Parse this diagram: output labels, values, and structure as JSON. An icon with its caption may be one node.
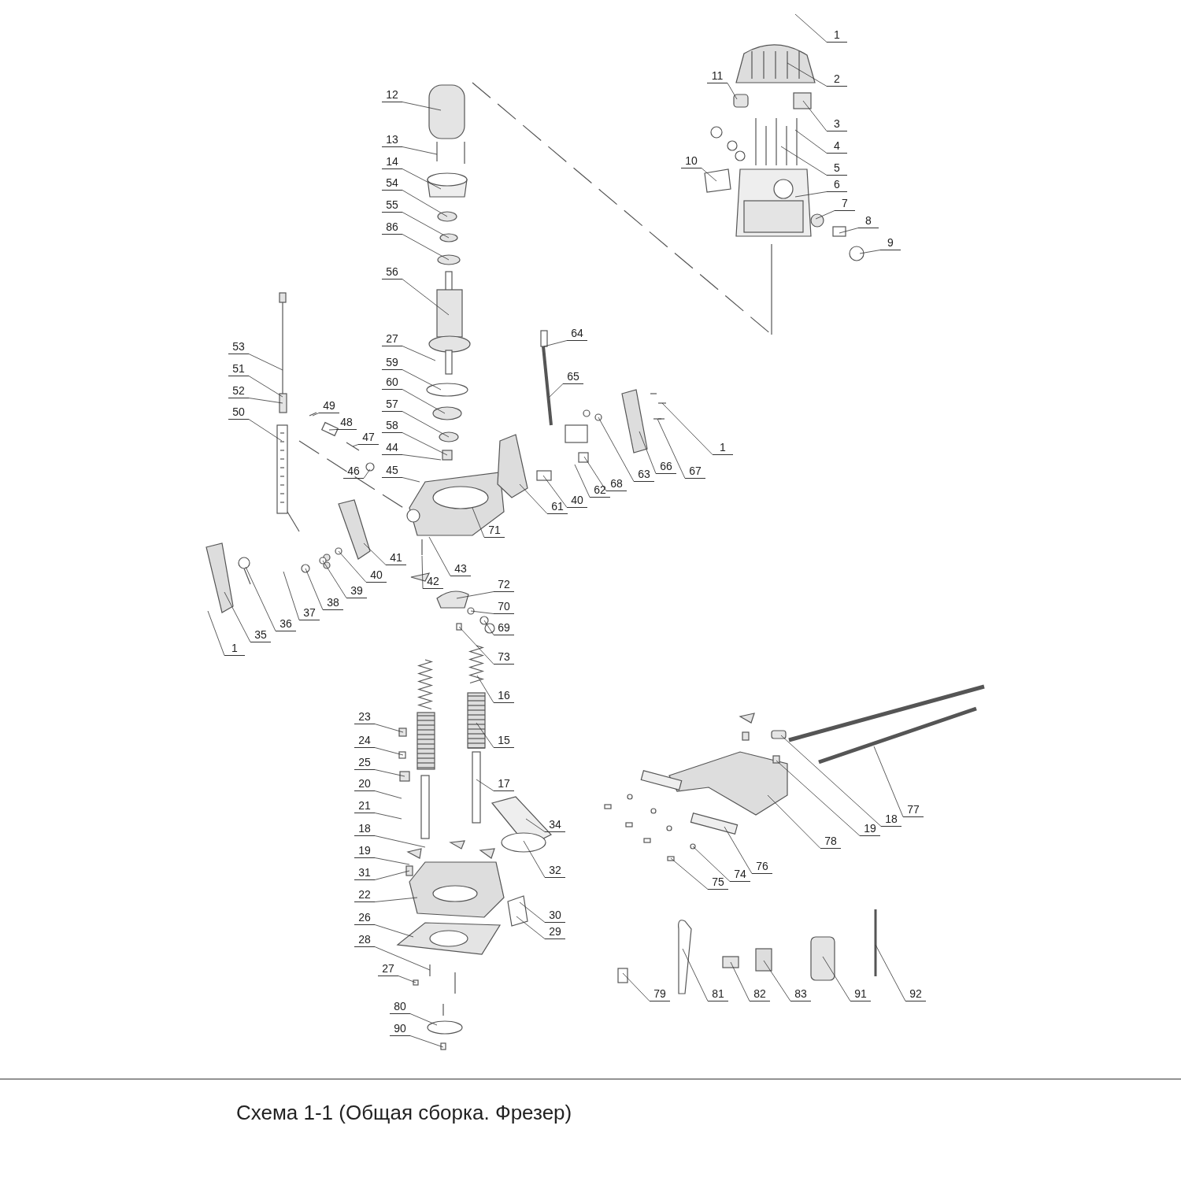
{
  "diagram": {
    "title": "Схема 1-1 (Общая сборка. Фрезер)",
    "nodes": [
      {
        "text": [
          "1"
        ]
      },
      {
        "text": [
          "2"
        ]
      },
      {
        "text": [
          "11"
        ]
      },
      {
        "text": [
          "3"
        ]
      },
      {
        "text": [
          "4"
        ]
      },
      {
        "text": [
          "5"
        ]
      },
      {
        "text": [
          "10"
        ]
      },
      {
        "text": [
          "6"
        ]
      },
      {
        "text": [
          "7"
        ]
      },
      {
        "text": [
          "8"
        ]
      },
      {
        "text": [
          "9"
        ]
      },
      {
        "text": [
          "12"
        ]
      },
      {
        "text": [
          "13"
        ]
      },
      {
        "text": [
          "14"
        ]
      },
      {
        "text": [
          "54"
        ]
      },
      {
        "text": [
          "55"
        ]
      },
      {
        "text": [
          "86"
        ]
      },
      {
        "text": [
          "56"
        ]
      },
      {
        "text": [
          "27"
        ]
      },
      {
        "text": [
          "59"
        ]
      },
      {
        "text": [
          "60"
        ]
      },
      {
        "text": [
          "57"
        ]
      },
      {
        "text": [
          "58"
        ]
      },
      {
        "text": [
          "44"
        ]
      },
      {
        "text": [
          "45"
        ]
      },
      {
        "text": [
          "53"
        ]
      },
      {
        "text": [
          "51"
        ]
      },
      {
        "text": [
          "52"
        ]
      },
      {
        "text": [
          "50"
        ]
      },
      {
        "text": [
          "49"
        ]
      },
      {
        "text": [
          "48"
        ]
      },
      {
        "text": [
          "47"
        ]
      },
      {
        "text": [
          "46"
        ]
      },
      {
        "text": [
          "41"
        ]
      },
      {
        "text": [
          "40"
        ]
      },
      {
        "text": [
          "39"
        ]
      },
      {
        "text": [
          "38"
        ]
      },
      {
        "text": [
          "37"
        ]
      },
      {
        "text": [
          "36"
        ]
      },
      {
        "text": [
          "35"
        ]
      },
      {
        "text": [
          "1"
        ]
      },
      {
        "text": [
          "43"
        ]
      },
      {
        "text": [
          "42"
        ]
      },
      {
        "text": [
          "71"
        ]
      },
      {
        "text": [
          "72"
        ]
      },
      {
        "text": [
          "70"
        ]
      },
      {
        "text": [
          "69"
        ]
      },
      {
        "text": [
          "73"
        ]
      },
      {
        "text": [
          "61"
        ]
      },
      {
        "text": [
          "40"
        ]
      },
      {
        "text": [
          "62"
        ]
      },
      {
        "text": [
          "68"
        ]
      },
      {
        "text": [
          "63"
        ]
      },
      {
        "text": [
          "66"
        ]
      },
      {
        "text": [
          "67"
        ]
      },
      {
        "text": [
          "1"
        ]
      },
      {
        "text": [
          "64"
        ]
      },
      {
        "text": [
          "65"
        ]
      },
      {
        "text": [
          "16"
        ]
      },
      {
        "text": [
          "15"
        ]
      },
      {
        "text": [
          "17"
        ]
      },
      {
        "text": [
          "34"
        ]
      },
      {
        "text": [
          "32"
        ]
      },
      {
        "text": [
          "30"
        ]
      },
      {
        "text": [
          "29"
        ]
      },
      {
        "text": [
          "23"
        ]
      },
      {
        "text": [
          "24"
        ]
      },
      {
        "text": [
          "25"
        ]
      },
      {
        "text": [
          "20"
        ]
      },
      {
        "text": [
          "21"
        ]
      },
      {
        "text": [
          "18"
        ]
      },
      {
        "text": [
          "19"
        ]
      },
      {
        "text": [
          "31"
        ]
      },
      {
        "text": [
          "22"
        ]
      },
      {
        "text": [
          "26"
        ]
      },
      {
        "text": [
          "28"
        ]
      },
      {
        "text": [
          "27"
        ]
      },
      {
        "text": [
          "80"
        ]
      },
      {
        "text": [
          "90"
        ]
      },
      {
        "text": [
          "77"
        ]
      },
      {
        "text": [
          "18"
        ]
      },
      {
        "text": [
          "19"
        ]
      },
      {
        "text": [
          "78"
        ]
      },
      {
        "text": [
          "76"
        ]
      },
      {
        "text": [
          "74"
        ]
      },
      {
        "text": [
          "75"
        ]
      },
      {
        "text": [
          "79"
        ]
      },
      {
        "text": [
          "81"
        ]
      },
      {
        "text": [
          "82"
        ]
      },
      {
        "text": [
          "83"
        ]
      },
      {
        "text": [
          "91"
        ]
      },
      {
        "text": [
          "92"
        ]
      }
    ],
    "edges": [
      {
        "from": 0,
        "to": null,
        "arrow": "none"
      },
      {
        "from": 1,
        "to": null,
        "arrow": "none"
      },
      {
        "from": 2,
        "to": null,
        "arrow": "none"
      },
      {
        "from": 3,
        "to": null,
        "arrow": "none"
      },
      {
        "from": 4,
        "to": null,
        "arrow": "none"
      },
      {
        "from": 5,
        "to": null,
        "arrow": "none"
      },
      {
        "from": 6,
        "to": null,
        "arrow": "none"
      },
      {
        "from": 7,
        "to": null,
        "arrow": "none"
      },
      {
        "from": 8,
        "to": null,
        "arrow": "none"
      },
      {
        "from": 9,
        "to": null,
        "arrow": "none"
      },
      {
        "from": 10,
        "to": null,
        "arrow": "none"
      },
      {
        "from": 11,
        "to": null,
        "arrow": "none"
      },
      {
        "from": 12,
        "to": null,
        "arrow": "none"
      },
      {
        "from": 13,
        "to": null,
        "arrow": "none"
      },
      {
        "from": 14,
        "to": null,
        "arrow": "none"
      },
      {
        "from": 15,
        "to": null,
        "arrow": "none"
      },
      {
        "from": 16,
        "to": null,
        "arrow": "none"
      },
      {
        "from": 17,
        "to": null,
        "arrow": "none"
      },
      {
        "from": 18,
        "to": null,
        "arrow": "none"
      },
      {
        "from": 19,
        "to": null,
        "arrow": "none"
      },
      {
        "from": 20,
        "to": null,
        "arrow": "none"
      },
      {
        "from": 21,
        "to": null,
        "arrow": "none"
      },
      {
        "from": 22,
        "to": null,
        "arrow": "none"
      },
      {
        "from": 23,
        "to": null,
        "arrow": "none"
      },
      {
        "from": 24,
        "to": null,
        "arrow": "none"
      },
      {
        "from": 25,
        "to": null,
        "arrow": "none"
      },
      {
        "from": 26,
        "to": null,
        "arrow": "none"
      },
      {
        "from": 27,
        "to": null,
        "arrow": "none"
      },
      {
        "from": 28,
        "to": null,
        "arrow": "none"
      },
      {
        "from": 29,
        "to": null,
        "arrow": "none"
      },
      {
        "from": 30,
        "to": null,
        "arrow": "none"
      },
      {
        "from": 31,
        "to": null,
        "arrow": "none"
      },
      {
        "from": 32,
        "to": null,
        "arrow": "none"
      },
      {
        "from": 33,
        "to": null,
        "arrow": "none"
      },
      {
        "from": 34,
        "to": null,
        "arrow": "none"
      },
      {
        "from": 35,
        "to": null,
        "arrow": "none"
      },
      {
        "from": 36,
        "to": null,
        "arrow": "none"
      },
      {
        "from": 37,
        "to": null,
        "arrow": "none"
      },
      {
        "from": 38,
        "to": null,
        "arrow": "none"
      },
      {
        "from": 39,
        "to": null,
        "arrow": "none"
      },
      {
        "from": 40,
        "to": null,
        "arrow": "none"
      },
      {
        "from": 41,
        "to": null,
        "arrow": "none"
      },
      {
        "from": 42,
        "to": null,
        "arrow": "none"
      },
      {
        "from": 43,
        "to": null,
        "arrow": "none"
      },
      {
        "from": 44,
        "to": null,
        "arrow": "none"
      },
      {
        "from": 45,
        "to": null,
        "arrow": "none"
      },
      {
        "from": 46,
        "to": null,
        "arrow": "none"
      },
      {
        "from": 47,
        "to": null,
        "arrow": "none"
      },
      {
        "from": 48,
        "to": null,
        "arrow": "none"
      },
      {
        "from": 49,
        "to": null,
        "arrow": "none"
      },
      {
        "from": 50,
        "to": null,
        "arrow": "none"
      },
      {
        "from": 51,
        "to": null,
        "arrow": "none"
      },
      {
        "from": 52,
        "to": null,
        "arrow": "none"
      },
      {
        "from": 53,
        "to": null,
        "arrow": "none"
      },
      {
        "from": 54,
        "to": null,
        "arrow": "none"
      },
      {
        "from": 55,
        "to": null,
        "arrow": "none"
      },
      {
        "from": 56,
        "to": null,
        "arrow": "none"
      },
      {
        "from": 57,
        "to": null,
        "arrow": "none"
      },
      {
        "from": 58,
        "to": null,
        "arrow": "none"
      },
      {
        "from": 59,
        "to": null,
        "arrow": "none"
      },
      {
        "from": 60,
        "to": null,
        "arrow": "none"
      },
      {
        "from": 61,
        "to": null,
        "arrow": "none"
      },
      {
        "from": 62,
        "to": null,
        "arrow": "none"
      },
      {
        "from": 63,
        "to": null,
        "arrow": "none"
      },
      {
        "from": 64,
        "to": null,
        "arrow": "none"
      },
      {
        "from": 65,
        "to": null,
        "arrow": "none"
      },
      {
        "from": 66,
        "to": null,
        "arrow": "none"
      },
      {
        "from": 67,
        "to": null,
        "arrow": "none"
      },
      {
        "from": 68,
        "to": null,
        "arrow": "none"
      },
      {
        "from": 69,
        "to": null,
        "arrow": "none"
      },
      {
        "from": 70,
        "to": null,
        "arrow": "none"
      },
      {
        "from": 71,
        "to": null,
        "arrow": "none"
      },
      {
        "from": 72,
        "to": null,
        "arrow": "none"
      },
      {
        "from": 73,
        "to": null,
        "arrow": "none"
      },
      {
        "from": 74,
        "to": null,
        "arrow": "none"
      },
      {
        "from": 75,
        "to": null,
        "arrow": "none"
      },
      {
        "from": 76,
        "to": null,
        "arrow": "none"
      },
      {
        "from": 77,
        "to": null,
        "arrow": "none"
      },
      {
        "from": 78,
        "to": null,
        "arrow": "none"
      },
      {
        "from": 79,
        "to": null,
        "arrow": "none"
      },
      {
        "from": 80,
        "to": null,
        "arrow": "none"
      },
      {
        "from": 81,
        "to": null,
        "arrow": "none"
      },
      {
        "from": 82,
        "to": null,
        "arrow": "none"
      },
      {
        "from": 83,
        "to": null,
        "arrow": "none"
      },
      {
        "from": 84,
        "to": null,
        "arrow": "none"
      },
      {
        "from": 85,
        "to": null,
        "arrow": "none"
      },
      {
        "from": 86,
        "to": null,
        "arrow": "none"
      },
      {
        "from": 87,
        "to": null,
        "arrow": "none"
      },
      {
        "from": 88,
        "to": null,
        "arrow": "none"
      },
      {
        "from": 89,
        "to": null,
        "arrow": "none"
      },
      {
        "from": 90,
        "to": null,
        "arrow": "none"
      },
      {
        "from": 91,
        "to": null,
        "arrow": "none"
      }
    ]
  }
}
